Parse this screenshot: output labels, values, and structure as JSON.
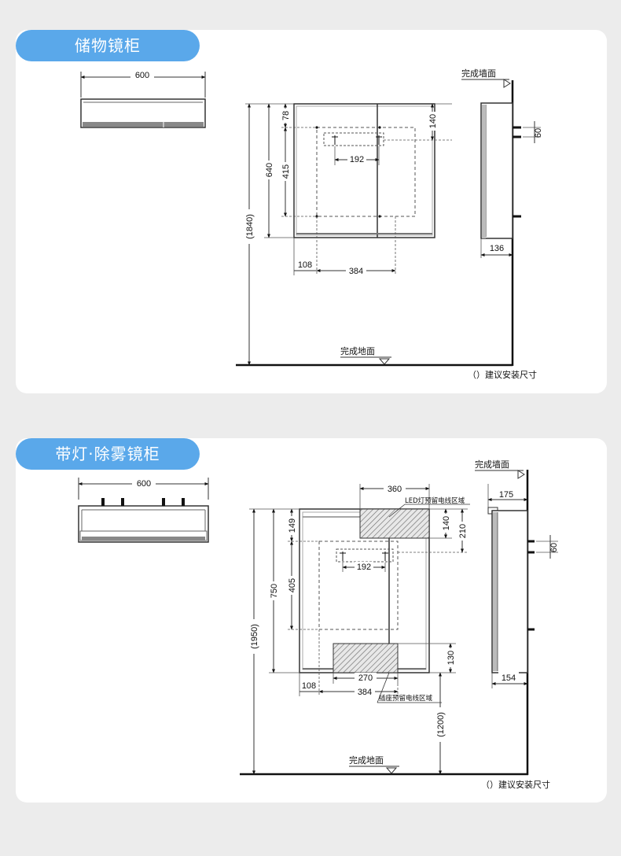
{
  "sections": [
    {
      "title": "储物镜柜",
      "top_width": "600",
      "wall_label": "完成墙面",
      "floor_label": "完成地面",
      "note": "（）建议安装尺寸",
      "dims": {
        "h1840": "(1840)",
        "h640": "640",
        "h415": "415",
        "h78": "78",
        "h140": "140",
        "w192": "192",
        "w108": "108",
        "w384": "384",
        "side60": "60",
        "side136": "136"
      }
    },
    {
      "title": "带灯·除雾镜柜",
      "top_width": "600",
      "wall_label": "完成墙面",
      "floor_label": "完成地面",
      "note": "（）建议安装尺寸",
      "led_label": "LED灯预留电线区域",
      "socket_label": "插座预留电线区域",
      "dims": {
        "h1950": "(1950)",
        "h750": "750",
        "h405": "405",
        "h149": "149",
        "w360": "360",
        "h140": "140",
        "h210": "210",
        "w192": "192",
        "h130": "130",
        "w270": "270",
        "w108": "108",
        "w384": "384",
        "h1200": "(1200)",
        "side175": "175",
        "side60": "60",
        "side154": "154"
      }
    }
  ]
}
